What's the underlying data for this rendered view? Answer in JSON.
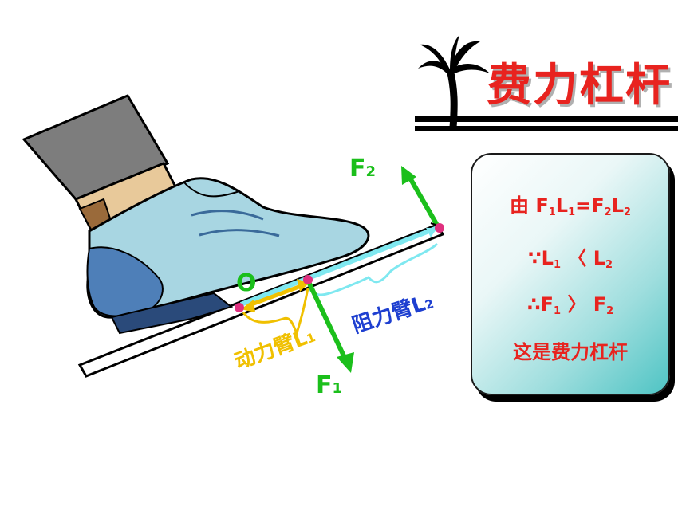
{
  "title": "费力杠杆",
  "labels": {
    "force1": "F",
    "force1_sub": "1",
    "force2": "F",
    "force2_sub": "2",
    "pivot": "O",
    "effort_arm": "动力臂L",
    "effort_arm_sub": "1",
    "resistance_arm": "阻力臂L",
    "resistance_arm_sub": "2"
  },
  "card": {
    "line1_prefix": "由 ",
    "line1": [
      "F",
      "1",
      "L",
      "1",
      "=F",
      "2",
      "L",
      "2"
    ],
    "line2": [
      "∵L",
      "1",
      " 〈 L",
      "2"
    ],
    "line3": [
      "∴F",
      "1",
      " 〉 F",
      "2"
    ],
    "line4": "这是费力杠杆"
  },
  "colors": {
    "title_red": "#e8231f",
    "force_green": "#1bbf1b",
    "effort_yellow": "#f0c000",
    "resistance_blue": "#1e3fd0",
    "arm_cyan": "#7fe8f0",
    "point_pink": "#e0307f"
  },
  "icons": [
    "palm-tree-icon"
  ]
}
